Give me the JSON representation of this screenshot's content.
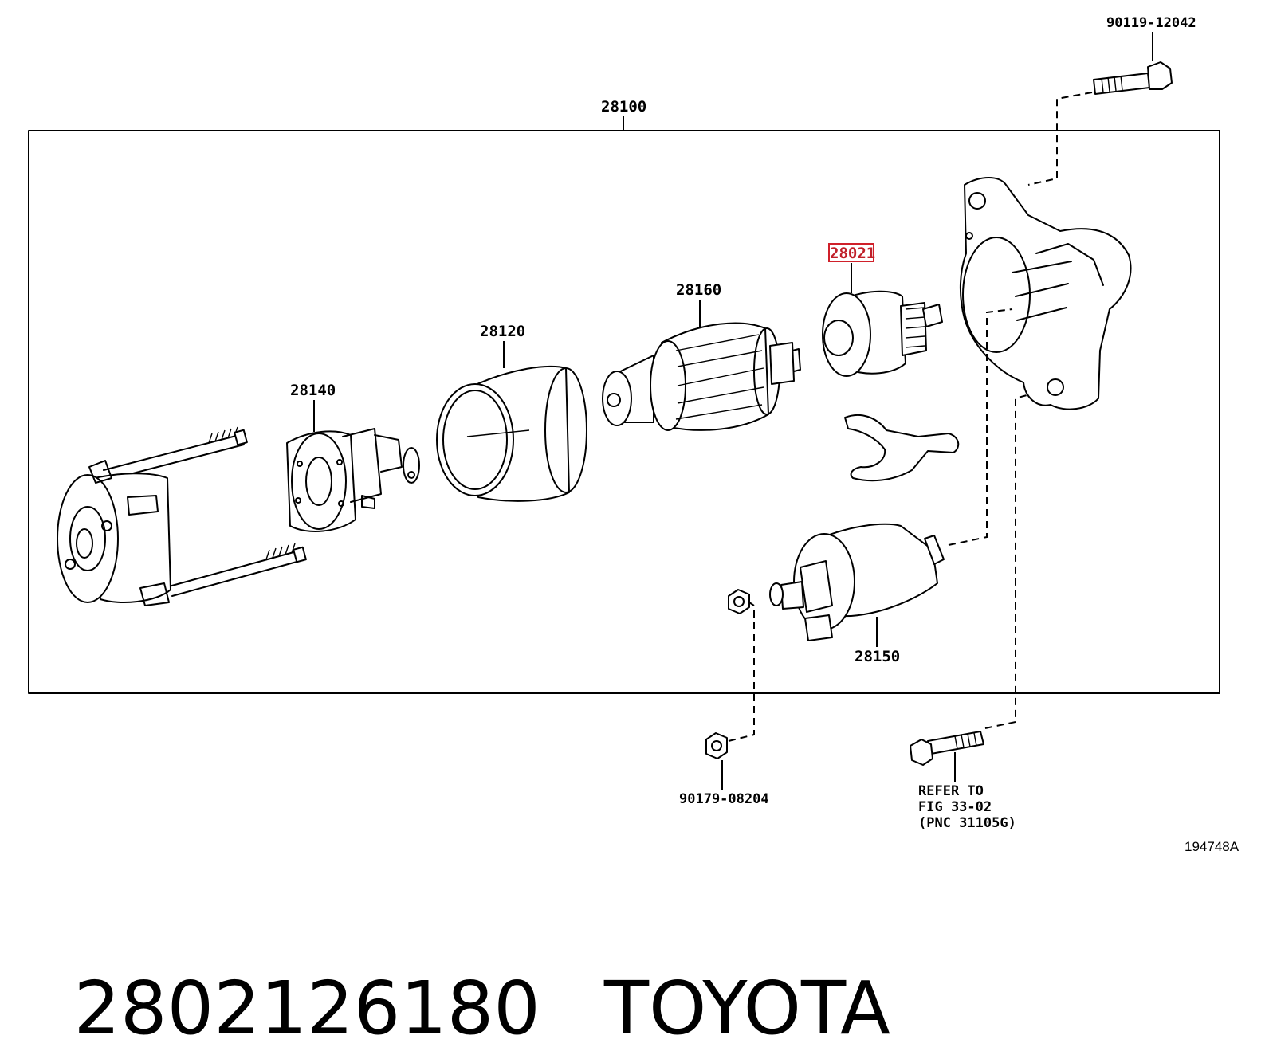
{
  "labels": {
    "assembly": "28100",
    "yoke": "28120",
    "brush_holder": "28140",
    "armature": "28160",
    "clutch": "28021",
    "solenoid": "28150",
    "bolt_top": "90119-12042",
    "nut": "90179-08204",
    "refer_line1": "REFER TO",
    "refer_line2": "FIG 33-02",
    "refer_line3": "(PNC 31105G)",
    "figure_ref": "194748A"
  },
  "highlight_color": "#d0202a",
  "footer": {
    "part_number": "2802126180",
    "brand": "TOYOTA"
  }
}
